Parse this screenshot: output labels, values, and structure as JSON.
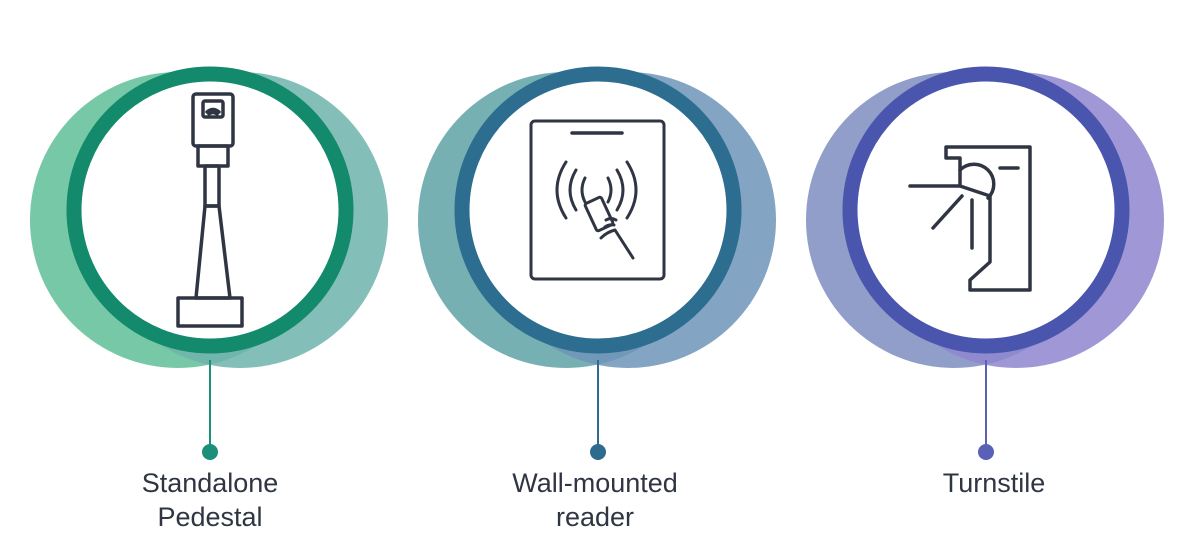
{
  "items": [
    {
      "icon": "standalone-pedestal-icon",
      "label_lines": [
        "Standalone",
        "Pedestal"
      ],
      "colors": {
        "blob_left": "#5fbe96",
        "blob_right": "#6fb3ad",
        "ring": "#138a6b",
        "stem": "#1b8f78"
      }
    },
    {
      "icon": "wall-mounted-reader-icon",
      "label_lines": [
        "Wall-mounted",
        "reader"
      ],
      "colors": {
        "blob_left": "#5fa2a6",
        "blob_right": "#6f94b8",
        "ring": "#2d6d8f",
        "stem": "#2f6b8e"
      }
    },
    {
      "icon": "turnstile-icon",
      "label_lines": [
        "Turnstile"
      ],
      "colors": {
        "blob_left": "#7c8dc0",
        "blob_right": "#8f86cf",
        "ring": "#4a56ad",
        "stem": "#5a60b8"
      }
    }
  ],
  "icon_stroke_color": "#2f3542"
}
